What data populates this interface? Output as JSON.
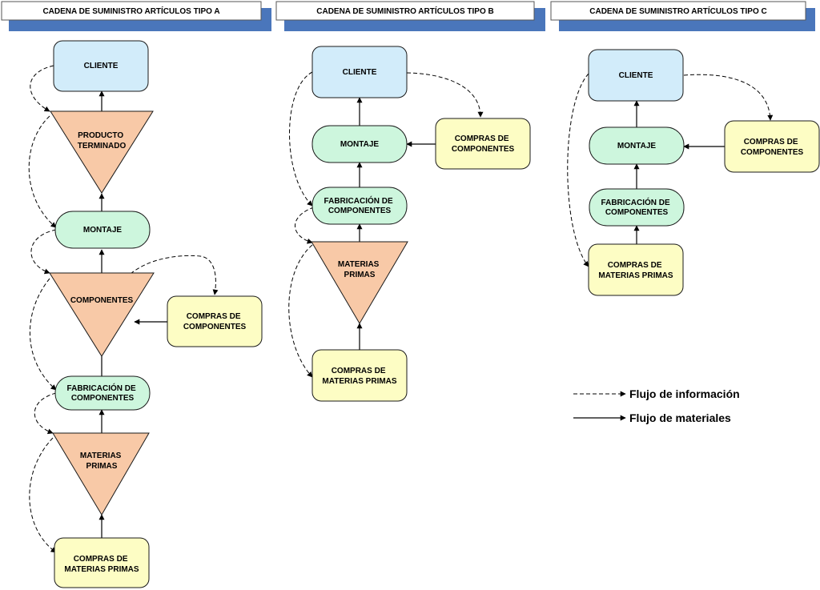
{
  "headers": {
    "a": "CADENA DE SUMINISTRO ARTÍCULOS TIPO A",
    "b": "CADENA DE SUMINISTRO ARTÍCULOS TIPO B",
    "c": "CADENA DE SUMINISTRO ARTÍCULOS TIPO C"
  },
  "chain_a": {
    "cliente": [
      "CLIENTE"
    ],
    "producto_terminado": [
      "PRODUCTO",
      "TERMINADO"
    ],
    "montaje": [
      "MONTAJE"
    ],
    "componentes": [
      "COMPONENTES"
    ],
    "compras_componentes": [
      "COMPRAS DE",
      "COMPONENTES"
    ],
    "fabricacion": [
      "FABRICACIÓN DE",
      "COMPONENTES"
    ],
    "materias_primas": [
      "MATERIAS",
      "PRIMAS"
    ],
    "compras_materias": [
      "COMPRAS DE",
      "MATERIAS PRIMAS"
    ]
  },
  "chain_b": {
    "cliente": [
      "CLIENTE"
    ],
    "montaje": [
      "MONTAJE"
    ],
    "compras_componentes": [
      "COMPRAS DE",
      "COMPONENTES"
    ],
    "fabricacion": [
      "FABRICACIÓN DE",
      "COMPONENTES"
    ],
    "materias_primas": [
      "MATERIAS",
      "PRIMAS"
    ],
    "compras_materias": [
      "COMPRAS DE",
      "MATERIAS PRIMAS"
    ]
  },
  "chain_c": {
    "cliente": [
      "CLIENTE"
    ],
    "montaje": [
      "MONTAJE"
    ],
    "compras_componentes": [
      "COMPRAS DE",
      "COMPONENTES"
    ],
    "fabricacion": [
      "FABRICACIÓN DE",
      "COMPONENTES"
    ],
    "compras_materias": [
      "COMPRAS DE",
      "MATERIAS PRIMAS"
    ]
  },
  "legend": {
    "informacion": "Flujo de información",
    "materiales": "Flujo de materiales"
  }
}
